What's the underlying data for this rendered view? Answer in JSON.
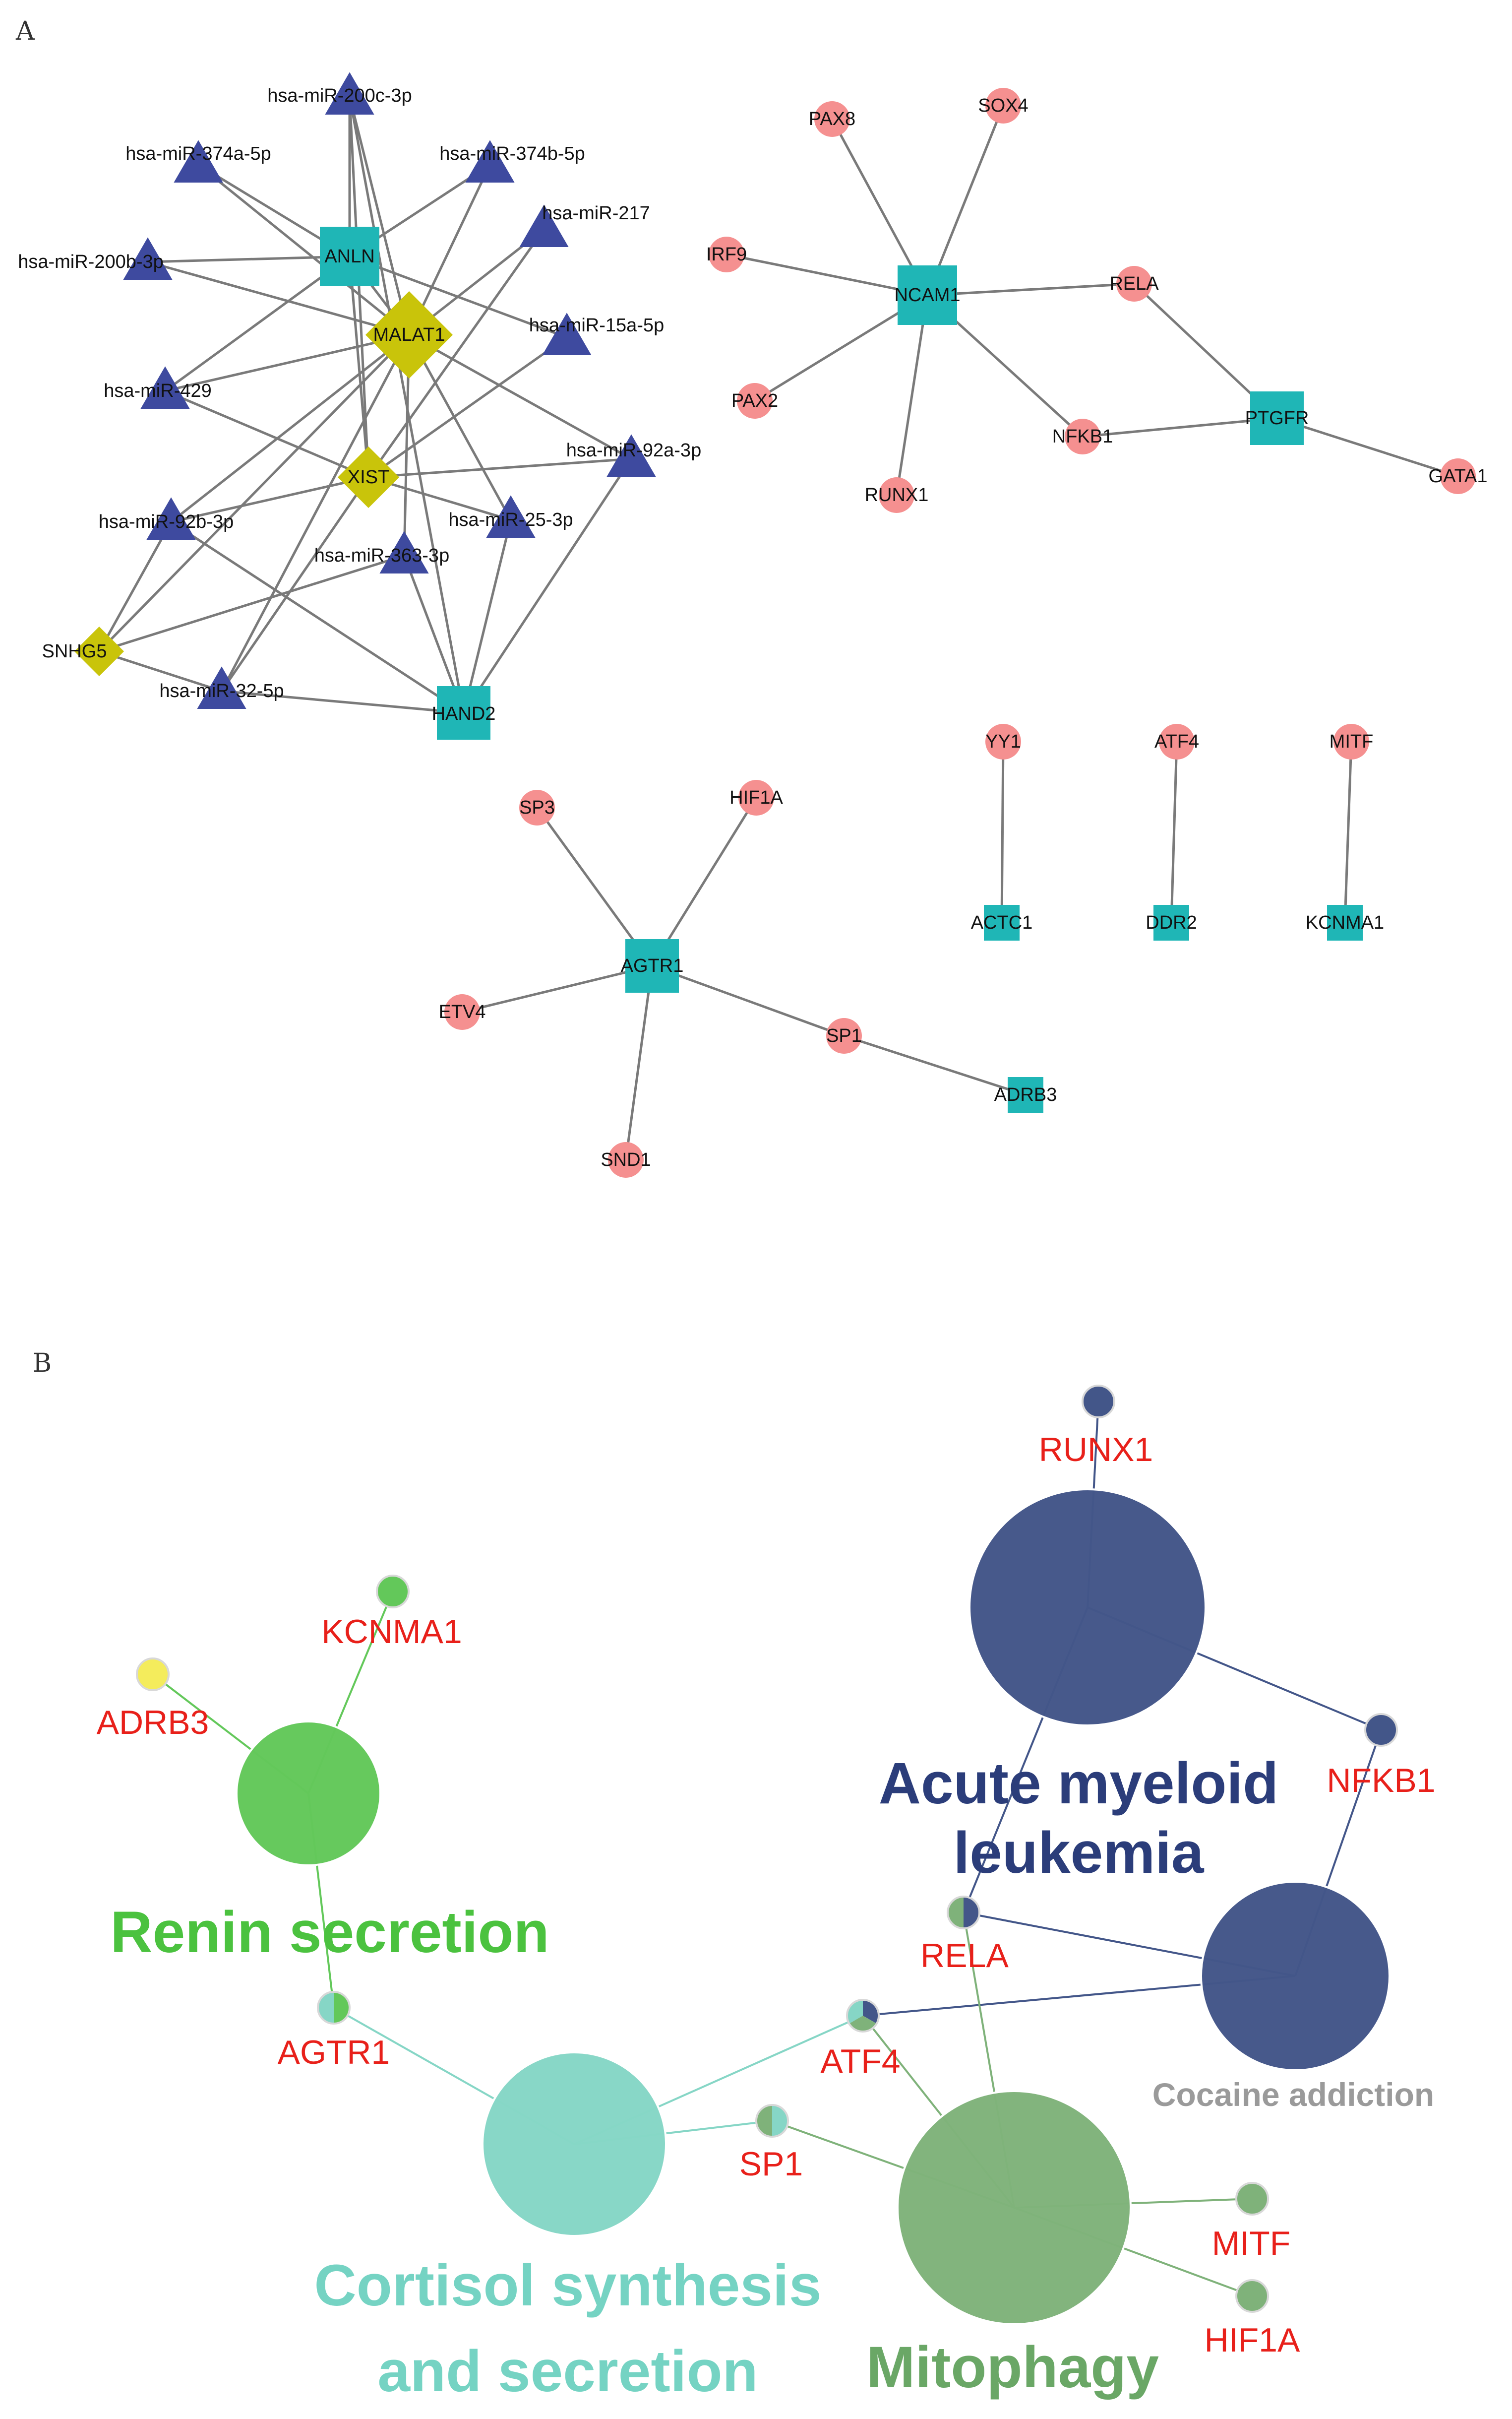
{
  "panels": {
    "a_label": "A",
    "b_label": "B"
  },
  "colors": {
    "mirna": "#3e4a9f",
    "target_gene": "#1fb6b6",
    "lncrna": "#c9c40a",
    "transcription_factor": "#f59090",
    "aml": "#435689",
    "renin": "#63c85a",
    "cortisol": "#86d6c6",
    "mitophagy": "#7fb27a",
    "adrb3": "#f4ec5c",
    "label_red": "#e8201a"
  },
  "network_a": {
    "nodes": [
      {
        "id": "ANLN",
        "label": "ANLN",
        "shape": "square",
        "type": "target_gene"
      },
      {
        "id": "HAND2",
        "label": "HAND2",
        "shape": "square",
        "type": "target_gene"
      },
      {
        "id": "MALAT1",
        "label": "MALAT1",
        "shape": "diamond",
        "type": "lncrna"
      },
      {
        "id": "XIST",
        "label": "XIST",
        "shape": "diamond",
        "type": "lncrna"
      },
      {
        "id": "SNHG5",
        "label": "SNHG5",
        "shape": "diamond",
        "type": "lncrna"
      },
      {
        "id": "m200c",
        "label": "hsa-miR-200c-3p",
        "shape": "triangle",
        "type": "mirna"
      },
      {
        "id": "m374a",
        "label": "hsa-miR-374a-5p",
        "shape": "triangle",
        "type": "mirna"
      },
      {
        "id": "m374b",
        "label": "hsa-miR-374b-5p",
        "shape": "triangle",
        "type": "mirna"
      },
      {
        "id": "m217",
        "label": "hsa-miR-217",
        "shape": "triangle",
        "type": "mirna"
      },
      {
        "id": "m200b",
        "label": "hsa-miR-200b-3p",
        "shape": "triangle",
        "type": "mirna"
      },
      {
        "id": "m15a",
        "label": "hsa-miR-15a-5p",
        "shape": "triangle",
        "type": "mirna"
      },
      {
        "id": "m429",
        "label": "hsa-miR-429",
        "shape": "triangle",
        "type": "mirna"
      },
      {
        "id": "m92a",
        "label": "hsa-miR-92a-3p",
        "shape": "triangle",
        "type": "mirna"
      },
      {
        "id": "m92b",
        "label": "hsa-miR-92b-3p",
        "shape": "triangle",
        "type": "mirna"
      },
      {
        "id": "m25",
        "label": "hsa-miR-25-3p",
        "shape": "triangle",
        "type": "mirna"
      },
      {
        "id": "m363",
        "label": "hsa-miR-363-3p",
        "shape": "triangle",
        "type": "mirna"
      },
      {
        "id": "m32",
        "label": "hsa-miR-32-5p",
        "shape": "triangle",
        "type": "mirna"
      },
      {
        "id": "NCAM1",
        "label": "NCAM1",
        "shape": "square",
        "type": "target_gene"
      },
      {
        "id": "PTGFR",
        "label": "PTGFR",
        "shape": "square",
        "type": "target_gene"
      },
      {
        "id": "PAX8",
        "label": "PAX8",
        "shape": "circle",
        "type": "transcription_factor"
      },
      {
        "id": "SOX4",
        "label": "SOX4",
        "shape": "circle",
        "type": "transcription_factor"
      },
      {
        "id": "IRF9",
        "label": "IRF9",
        "shape": "circle",
        "type": "transcription_factor"
      },
      {
        "id": "RELA_A",
        "label": "RELA",
        "shape": "circle",
        "type": "transcription_factor"
      },
      {
        "id": "PAX2",
        "label": "PAX2",
        "shape": "circle",
        "type": "transcription_factor"
      },
      {
        "id": "NFKB1_A",
        "label": "NFKB1",
        "shape": "circle",
        "type": "transcription_factor"
      },
      {
        "id": "RUNX1_A",
        "label": "RUNX1",
        "shape": "circle",
        "type": "transcription_factor"
      },
      {
        "id": "GATA1",
        "label": "GATA1",
        "shape": "circle",
        "type": "transcription_factor"
      },
      {
        "id": "AGTR1_A",
        "label": "AGTR1",
        "shape": "square",
        "type": "target_gene"
      },
      {
        "id": "ADRB3_A",
        "label": "ADRB3",
        "shape": "square",
        "type": "target_gene"
      },
      {
        "id": "SP3",
        "label": "SP3",
        "shape": "circle",
        "type": "transcription_factor"
      },
      {
        "id": "HIF1A_A",
        "label": "HIF1A",
        "shape": "circle",
        "type": "transcription_factor"
      },
      {
        "id": "ETV4",
        "label": "ETV4",
        "shape": "circle",
        "type": "transcription_factor"
      },
      {
        "id": "SP1_A",
        "label": "SP1",
        "shape": "circle",
        "type": "transcription_factor"
      },
      {
        "id": "SND1",
        "label": "SND1",
        "shape": "circle",
        "type": "transcription_factor"
      },
      {
        "id": "YY1",
        "label": "YY1",
        "shape": "circle",
        "type": "transcription_factor"
      },
      {
        "id": "ATF4_A",
        "label": "ATF4",
        "shape": "circle",
        "type": "transcription_factor"
      },
      {
        "id": "MITF_A",
        "label": "MITF",
        "shape": "circle",
        "type": "transcription_factor"
      },
      {
        "id": "ACTC1",
        "label": "ACTC1",
        "shape": "square",
        "type": "target_gene"
      },
      {
        "id": "DDR2",
        "label": "DDR2",
        "shape": "square",
        "type": "target_gene"
      },
      {
        "id": "KCNMA1_A",
        "label": "KCNMA1",
        "shape": "square",
        "type": "target_gene"
      }
    ],
    "edges": [
      [
        "ANLN",
        "m200c"
      ],
      [
        "ANLN",
        "m374a"
      ],
      [
        "ANLN",
        "m374b"
      ],
      [
        "ANLN",
        "m200b"
      ],
      [
        "ANLN",
        "m429"
      ],
      [
        "ANLN",
        "m15a"
      ],
      [
        "ANLN",
        "XIST"
      ],
      [
        "ANLN",
        "MALAT1"
      ],
      [
        "MALAT1",
        "m200c"
      ],
      [
        "MALAT1",
        "m374a"
      ],
      [
        "MALAT1",
        "m374b"
      ],
      [
        "MALAT1",
        "m217"
      ],
      [
        "MALAT1",
        "m200b"
      ],
      [
        "MALAT1",
        "m429"
      ],
      [
        "MALAT1",
        "m92a"
      ],
      [
        "MALAT1",
        "m92b"
      ],
      [
        "MALAT1",
        "m25"
      ],
      [
        "MALAT1",
        "m363"
      ],
      [
        "MALAT1",
        "m32"
      ],
      [
        "MALAT1",
        "SNHG5"
      ],
      [
        "XIST",
        "m200c"
      ],
      [
        "XIST",
        "m217"
      ],
      [
        "XIST",
        "m15a"
      ],
      [
        "XIST",
        "m92a"
      ],
      [
        "XIST",
        "m25"
      ],
      [
        "XIST",
        "m429"
      ],
      [
        "XIST",
        "m32"
      ],
      [
        "XIST",
        "m92b"
      ],
      [
        "HAND2",
        "m92b"
      ],
      [
        "HAND2",
        "m32"
      ],
      [
        "HAND2",
        "m363"
      ],
      [
        "HAND2",
        "m25"
      ],
      [
        "HAND2",
        "m92a"
      ],
      [
        "HAND2",
        "m200c"
      ],
      [
        "SNHG5",
        "m92b"
      ],
      [
        "SNHG5",
        "m32"
      ],
      [
        "SNHG5",
        "m363"
      ],
      [
        "NCAM1",
        "PAX8"
      ],
      [
        "NCAM1",
        "SOX4"
      ],
      [
        "NCAM1",
        "IRF9"
      ],
      [
        "NCAM1",
        "RELA_A"
      ],
      [
        "NCAM1",
        "PAX2"
      ],
      [
        "NCAM1",
        "NFKB1_A"
      ],
      [
        "NCAM1",
        "RUNX1_A"
      ],
      [
        "PTGFR",
        "RELA_A"
      ],
      [
        "PTGFR",
        "NFKB1_A"
      ],
      [
        "PTGFR",
        "GATA1"
      ],
      [
        "AGTR1_A",
        "SP3"
      ],
      [
        "AGTR1_A",
        "HIF1A_A"
      ],
      [
        "AGTR1_A",
        "ETV4"
      ],
      [
        "AGTR1_A",
        "SP1_A"
      ],
      [
        "AGTR1_A",
        "SND1"
      ],
      [
        "ADRB3_A",
        "SP1_A"
      ],
      [
        "ACTC1",
        "YY1"
      ],
      [
        "DDR2",
        "ATF4_A"
      ],
      [
        "KCNMA1_A",
        "MITF_A"
      ]
    ]
  },
  "network_b": {
    "terms": [
      {
        "id": "aml",
        "label_lines": [
          "Acute myeloid",
          "leukemia"
        ],
        "color": "#435689",
        "label_color": "#2b3d7a",
        "major": true
      },
      {
        "id": "cocaine",
        "label_lines": [
          "Cocaine addiction"
        ],
        "color": "#435689",
        "label_color": "#9a9a9a",
        "major": false
      },
      {
        "id": "renin",
        "label_lines": [
          "Renin secretion"
        ],
        "color": "#63c85a",
        "label_color": "#4bc23f",
        "major": true
      },
      {
        "id": "cortisol",
        "label_lines": [
          "Cortisol synthesis",
          "and secretion"
        ],
        "color": "#86d6c6",
        "label_color": "#75d3c3",
        "major": true
      },
      {
        "id": "mitophagy",
        "label_lines": [
          "Mitophagy"
        ],
        "color": "#7fb27a",
        "label_color": "#6aa766",
        "major": true
      }
    ],
    "genes": [
      {
        "id": "RUNX1",
        "label": "RUNX1",
        "colors": [
          "#435689"
        ]
      },
      {
        "id": "NFKB1",
        "label": "NFKB1",
        "colors": [
          "#435689"
        ]
      },
      {
        "id": "RELA",
        "label": "RELA",
        "colors": [
          "#435689",
          "#7fb27a"
        ]
      },
      {
        "id": "ATF4",
        "label": "ATF4",
        "colors": [
          "#435689",
          "#7fb27a",
          "#86d6c6"
        ]
      },
      {
        "id": "SP1",
        "label": "SP1",
        "colors": [
          "#86d6c6",
          "#7fb27a"
        ]
      },
      {
        "id": "MITF",
        "label": "MITF",
        "colors": [
          "#7fb27a"
        ]
      },
      {
        "id": "HIF1A",
        "label": "HIF1A",
        "colors": [
          "#7fb27a"
        ]
      },
      {
        "id": "AGTR1",
        "label": "AGTR1",
        "colors": [
          "#63c85a",
          "#86d6c6"
        ]
      },
      {
        "id": "KCNMA1",
        "label": "KCNMA1",
        "colors": [
          "#63c85a"
        ]
      },
      {
        "id": "ADRB3",
        "label": "ADRB3",
        "colors": [
          "#f4ec5c"
        ]
      }
    ],
    "edges": [
      [
        "aml",
        "RUNX1",
        "#435689"
      ],
      [
        "aml",
        "NFKB1",
        "#435689"
      ],
      [
        "aml",
        "RELA",
        "#435689"
      ],
      [
        "cocaine",
        "NFKB1",
        "#435689"
      ],
      [
        "cocaine",
        "RELA",
        "#435689"
      ],
      [
        "cocaine",
        "ATF4",
        "#435689"
      ],
      [
        "renin",
        "KCNMA1",
        "#63c85a"
      ],
      [
        "renin",
        "ADRB3",
        "#63c85a"
      ],
      [
        "renin",
        "AGTR1",
        "#63c85a"
      ],
      [
        "cortisol",
        "AGTR1",
        "#86d6c6"
      ],
      [
        "cortisol",
        "ATF4",
        "#86d6c6"
      ],
      [
        "cortisol",
        "SP1",
        "#86d6c6"
      ],
      [
        "mitophagy",
        "RELA",
        "#7fb27a"
      ],
      [
        "mitophagy",
        "ATF4",
        "#7fb27a"
      ],
      [
        "mitophagy",
        "SP1",
        "#7fb27a"
      ],
      [
        "mitophagy",
        "MITF",
        "#7fb27a"
      ],
      [
        "mitophagy",
        "HIF1A",
        "#7fb27a"
      ]
    ]
  }
}
